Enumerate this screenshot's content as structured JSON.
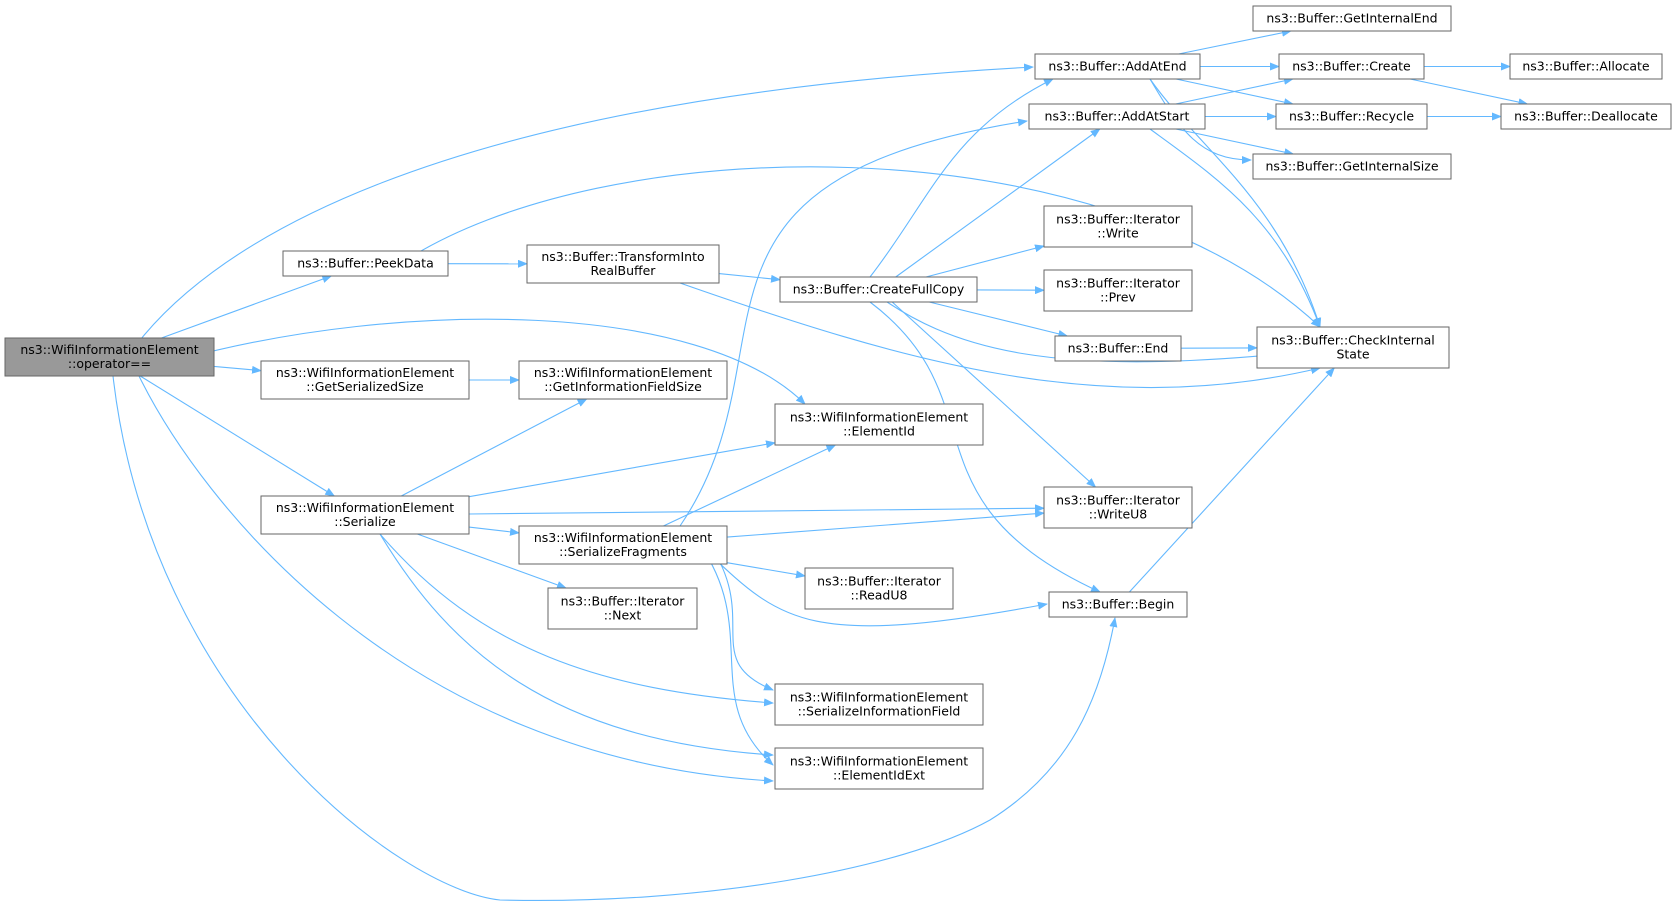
{
  "nodes": [
    {
      "id": "opEq",
      "lines": [
        "ns3::WifiInformationElement",
        "::operator=="
      ],
      "root": true
    },
    {
      "id": "peekData",
      "lines": [
        "ns3::Buffer::PeekData"
      ]
    },
    {
      "id": "getSerSize",
      "lines": [
        "ns3::WifiInformationElement",
        "::GetSerializedSize"
      ]
    },
    {
      "id": "serialize",
      "lines": [
        "ns3::WifiInformationElement",
        "::Serialize"
      ]
    },
    {
      "id": "transform",
      "lines": [
        "ns3::Buffer::TransformInto",
        "RealBuffer"
      ]
    },
    {
      "id": "getInfoSize",
      "lines": [
        "ns3::WifiInformationElement",
        "::GetInformationFieldSize"
      ]
    },
    {
      "id": "serFrag",
      "lines": [
        "ns3::WifiInformationElement",
        "::SerializeFragments"
      ]
    },
    {
      "id": "iterNext",
      "lines": [
        "ns3::Buffer::Iterator",
        "::Next"
      ]
    },
    {
      "id": "createFull",
      "lines": [
        "ns3::Buffer::CreateFullCopy"
      ]
    },
    {
      "id": "elemId",
      "lines": [
        "ns3::WifiInformationElement",
        "::ElementId"
      ]
    },
    {
      "id": "readU8",
      "lines": [
        "ns3::Buffer::Iterator",
        "::ReadU8"
      ]
    },
    {
      "id": "serInfo",
      "lines": [
        "ns3::WifiInformationElement",
        "::SerializeInformationField"
      ]
    },
    {
      "id": "elemIdExt",
      "lines": [
        "ns3::WifiInformationElement",
        "::ElementIdExt"
      ]
    },
    {
      "id": "addAtEnd",
      "lines": [
        "ns3::Buffer::AddAtEnd"
      ]
    },
    {
      "id": "addAtStart",
      "lines": [
        "ns3::Buffer::AddAtStart"
      ]
    },
    {
      "id": "iterWrite",
      "lines": [
        "ns3::Buffer::Iterator",
        "::Write"
      ]
    },
    {
      "id": "iterPrev",
      "lines": [
        "ns3::Buffer::Iterator",
        "::Prev"
      ]
    },
    {
      "id": "end",
      "lines": [
        "ns3::Buffer::End"
      ]
    },
    {
      "id": "writeU8",
      "lines": [
        "ns3::Buffer::Iterator",
        "::WriteU8"
      ]
    },
    {
      "id": "begin",
      "lines": [
        "ns3::Buffer::Begin"
      ]
    },
    {
      "id": "getIntEnd",
      "lines": [
        "ns3::Buffer::GetInternalEnd"
      ]
    },
    {
      "id": "create",
      "lines": [
        "ns3::Buffer::Create"
      ]
    },
    {
      "id": "recycle",
      "lines": [
        "ns3::Buffer::Recycle"
      ]
    },
    {
      "id": "getIntSize",
      "lines": [
        "ns3::Buffer::GetInternalSize"
      ]
    },
    {
      "id": "checkState",
      "lines": [
        "ns3::Buffer::CheckInternal",
        "State"
      ]
    },
    {
      "id": "allocate",
      "lines": [
        "ns3::Buffer::Allocate"
      ]
    },
    {
      "id": "deallocate",
      "lines": [
        "ns3::Buffer::Deallocate"
      ]
    }
  ],
  "edges": [
    [
      "opEq",
      "addAtEnd"
    ],
    [
      "opEq",
      "peekData"
    ],
    [
      "opEq",
      "elemId"
    ],
    [
      "opEq",
      "getSerSize"
    ],
    [
      "opEq",
      "serialize"
    ],
    [
      "opEq",
      "elemIdExt"
    ],
    [
      "opEq",
      "begin"
    ],
    [
      "peekData",
      "transform"
    ],
    [
      "peekData",
      "checkState"
    ],
    [
      "transform",
      "createFull"
    ],
    [
      "transform",
      "checkState"
    ],
    [
      "getSerSize",
      "getInfoSize"
    ],
    [
      "serialize",
      "getInfoSize"
    ],
    [
      "serialize",
      "elemId"
    ],
    [
      "serialize",
      "writeU8"
    ],
    [
      "serialize",
      "serFrag"
    ],
    [
      "serialize",
      "iterNext"
    ],
    [
      "serialize",
      "serInfo"
    ],
    [
      "serialize",
      "elemIdExt"
    ],
    [
      "serFrag",
      "addAtStart"
    ],
    [
      "serFrag",
      "elemId"
    ],
    [
      "serFrag",
      "writeU8"
    ],
    [
      "serFrag",
      "readU8"
    ],
    [
      "serFrag",
      "begin"
    ],
    [
      "serFrag",
      "serInfo"
    ],
    [
      "serFrag",
      "elemIdExt"
    ],
    [
      "createFull",
      "addAtEnd"
    ],
    [
      "createFull",
      "addAtStart"
    ],
    [
      "createFull",
      "iterWrite"
    ],
    [
      "createFull",
      "iterPrev"
    ],
    [
      "createFull",
      "end"
    ],
    [
      "createFull",
      "checkState"
    ],
    [
      "createFull",
      "writeU8"
    ],
    [
      "createFull",
      "begin"
    ],
    [
      "addAtEnd",
      "getIntEnd"
    ],
    [
      "addAtEnd",
      "create"
    ],
    [
      "addAtEnd",
      "recycle"
    ],
    [
      "addAtEnd",
      "getIntSize"
    ],
    [
      "addAtEnd",
      "checkState"
    ],
    [
      "addAtStart",
      "create"
    ],
    [
      "addAtStart",
      "recycle"
    ],
    [
      "addAtStart",
      "getIntSize"
    ],
    [
      "addAtStart",
      "checkState"
    ],
    [
      "end",
      "checkState"
    ],
    [
      "begin",
      "checkState"
    ],
    [
      "create",
      "allocate"
    ],
    [
      "create",
      "deallocate"
    ],
    [
      "recycle",
      "deallocate"
    ]
  ],
  "colors": {
    "edge": "#63b8ff",
    "node_border": "#666666",
    "root_fill": "#999999",
    "node_fill": "#ffffff"
  }
}
